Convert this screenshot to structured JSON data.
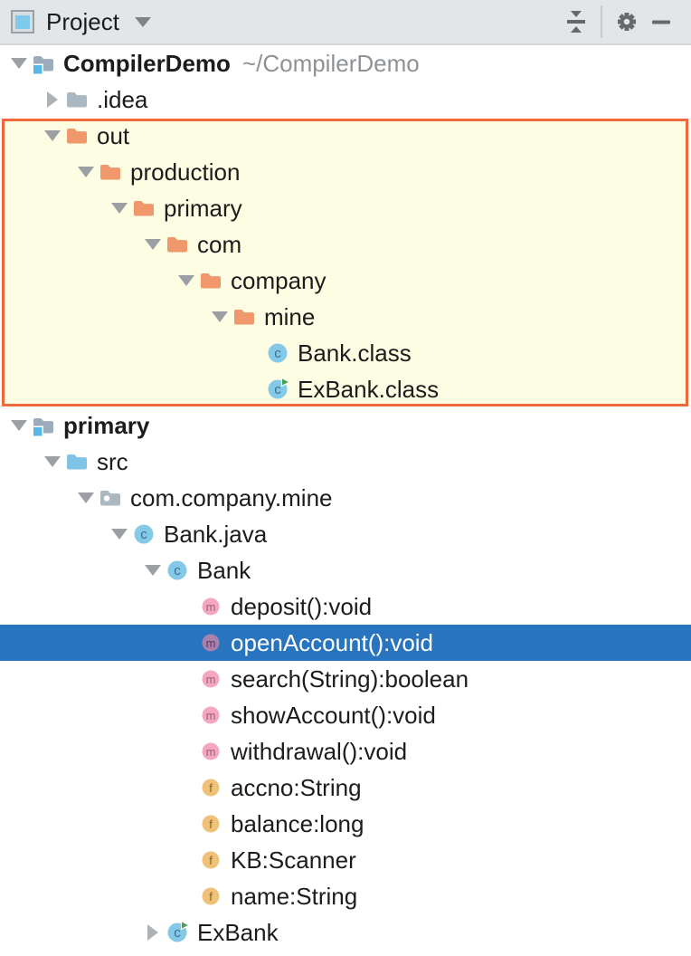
{
  "header": {
    "title": "Project",
    "toolbar": [
      "collapse-all",
      "settings",
      "hide"
    ]
  },
  "tree": {
    "highlight": {
      "first_row": 2,
      "last_row": 9
    },
    "rows": [
      {
        "label": "CompilerDemo",
        "suffix": "~/CompilerDemo",
        "level": 0,
        "chevron": "expanded",
        "icon": "module",
        "bold": true
      },
      {
        "label": ".idea",
        "level": 1,
        "chevron": "collapsed",
        "icon": "folder-gray"
      },
      {
        "label": "out",
        "level": 1,
        "chevron": "expanded",
        "icon": "folder-orange"
      },
      {
        "label": "production",
        "level": 2,
        "chevron": "expanded",
        "icon": "folder-orange"
      },
      {
        "label": "primary",
        "level": 3,
        "chevron": "expanded",
        "icon": "folder-orange"
      },
      {
        "label": "com",
        "level": 4,
        "chevron": "expanded",
        "icon": "folder-orange"
      },
      {
        "label": "company",
        "level": 5,
        "chevron": "expanded",
        "icon": "folder-orange"
      },
      {
        "label": "mine",
        "level": 6,
        "chevron": "expanded",
        "icon": "folder-orange"
      },
      {
        "label": "Bank.class",
        "level": 7,
        "chevron": "none",
        "icon": "class"
      },
      {
        "label": "ExBank.class",
        "level": 7,
        "chevron": "none",
        "icon": "class-run"
      },
      {
        "label": "primary",
        "level": 0,
        "chevron": "expanded",
        "icon": "module",
        "bold": true
      },
      {
        "label": "src",
        "level": 1,
        "chevron": "expanded",
        "icon": "folder-blue"
      },
      {
        "label": "com.company.mine",
        "level": 2,
        "chevron": "expanded",
        "icon": "package"
      },
      {
        "label": "Bank.java",
        "level": 3,
        "chevron": "expanded",
        "icon": "class"
      },
      {
        "label": "Bank",
        "level": 4,
        "chevron": "expanded",
        "icon": "class"
      },
      {
        "label": "deposit():void",
        "level": 5,
        "chevron": "none",
        "icon": "method"
      },
      {
        "label": "openAccount():void",
        "level": 5,
        "chevron": "none",
        "icon": "method",
        "selected": true
      },
      {
        "label": "search(String):boolean",
        "level": 5,
        "chevron": "none",
        "icon": "method"
      },
      {
        "label": "showAccount():void",
        "level": 5,
        "chevron": "none",
        "icon": "method"
      },
      {
        "label": "withdrawal():void",
        "level": 5,
        "chevron": "none",
        "icon": "method"
      },
      {
        "label": "accno:String",
        "level": 5,
        "chevron": "none",
        "icon": "field"
      },
      {
        "label": "balance:long",
        "level": 5,
        "chevron": "none",
        "icon": "field"
      },
      {
        "label": "KB:Scanner",
        "level": 5,
        "chevron": "none",
        "icon": "field"
      },
      {
        "label": "name:String",
        "level": 5,
        "chevron": "none",
        "icon": "field"
      },
      {
        "label": "ExBank",
        "level": 4,
        "chevron": "collapsed",
        "icon": "class-run"
      }
    ]
  },
  "colors": {
    "header_bg": "#E2E6E8",
    "selection_bg": "#2874BE",
    "highlight_bg": "#FDFDE3",
    "highlight_border": "#F0693D",
    "folder_orange": "#F0976B",
    "folder_blue": "#7FC4E7",
    "folder_gray": "#ACB8C1",
    "module_folder": "#9DACBA",
    "module_badge": "#54B9E8",
    "class_fill": "#85C9E8",
    "class_letter": "#38708B",
    "run_arrow": "#4CA054",
    "method_fill": "#F3A8BE",
    "method_letter": "#A05C7E",
    "method_selected_fill": "#A981AC",
    "method_selected_letter": "#563B5E",
    "field_fill": "#F0C178",
    "field_letter": "#7D5F27",
    "toolbar_icon": "#67696B",
    "text": "#1C1C1C",
    "path_gray": "#8E9295"
  }
}
